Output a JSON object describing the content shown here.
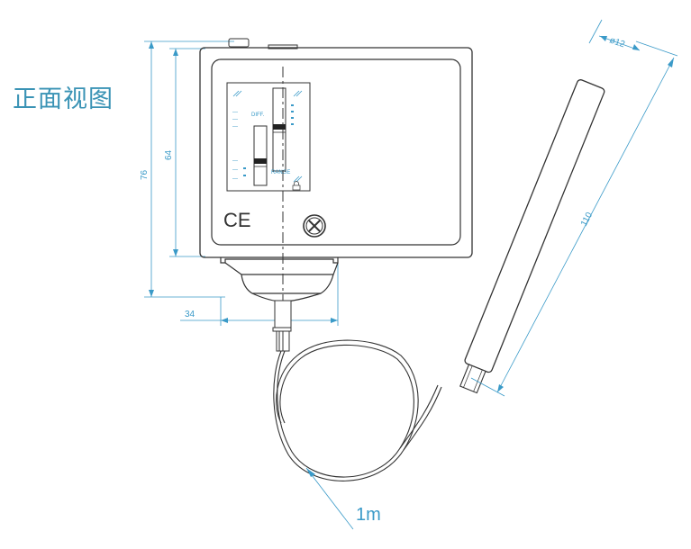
{
  "title": "正面视图",
  "dimensions": {
    "height_total": "76",
    "height_body": "64",
    "width_base": "34",
    "probe_length": "110",
    "probe_diameter": "ø12",
    "capillary_length": "1m"
  },
  "panel": {
    "diff_label": "DIFF.",
    "range_label": "RANGE",
    "ce_mark": "CE"
  },
  "colors": {
    "dimension": "#3a9ac8",
    "outline": "#333333"
  }
}
